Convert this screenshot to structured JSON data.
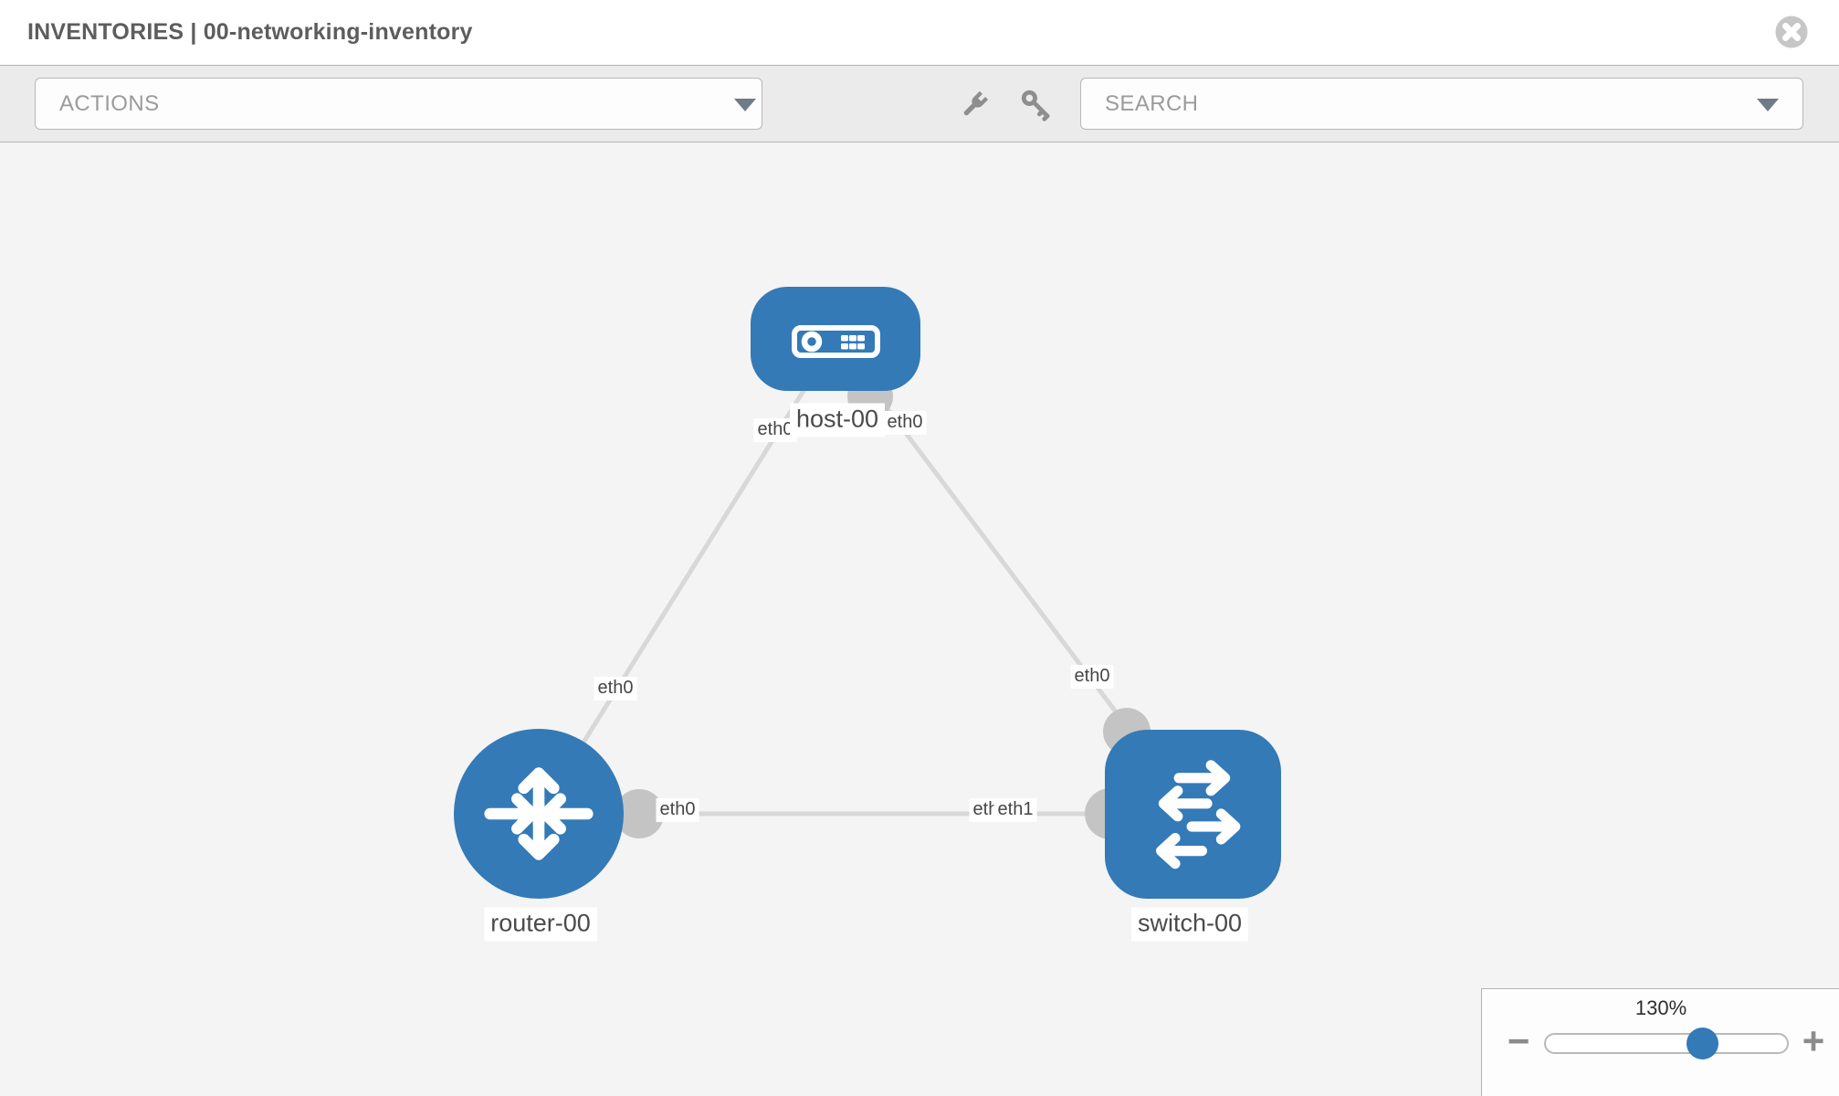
{
  "header": {
    "title": "INVENTORIES | 00-networking-inventory"
  },
  "toolbar": {
    "actions_label": "ACTIONS",
    "search_placeholder": "SEARCH"
  },
  "icons": {
    "wrench-icon": "wrench",
    "key-icon": "key",
    "close-icon": "circled-x",
    "chevron-down-icon": "triangle-down",
    "host-icon": "server-faceplate",
    "router-icon": "four-arrows-cross",
    "switch-icon": "alternating-horizontal-arrows",
    "zoom-minus-icon": "−",
    "zoom-plus-icon": "+"
  },
  "canvas": {
    "nodes": [
      {
        "id": "host-00",
        "type": "host",
        "label": "host-00"
      },
      {
        "id": "router-00",
        "type": "router",
        "label": "router-00"
      },
      {
        "id": "switch-00",
        "type": "switch",
        "label": "switch-00"
      }
    ],
    "links": [
      {
        "from": "host-00",
        "to": "router-00",
        "from_interface": "eth0",
        "to_interface": "eth0"
      },
      {
        "from": "host-00",
        "to": "switch-00",
        "from_interface": "eth0",
        "to_interface": "eth0"
      },
      {
        "from": "router-00",
        "to": "switch-00",
        "from_interface": "eth0",
        "to_interface": "eth1",
        "to_interface_partially_hidden": "eth0"
      }
    ]
  },
  "zoom_control": {
    "percent_label": "130%",
    "percent": 130,
    "minus_glyph": "−",
    "plus_glyph": "+"
  },
  "colors": {
    "node_blue": "#337ab7",
    "port_gray": "#c4c4c4",
    "link_gray": "#d8d8d8",
    "canvas_bg": "#f4f4f4",
    "toolbar_bg": "#ebebeb"
  }
}
